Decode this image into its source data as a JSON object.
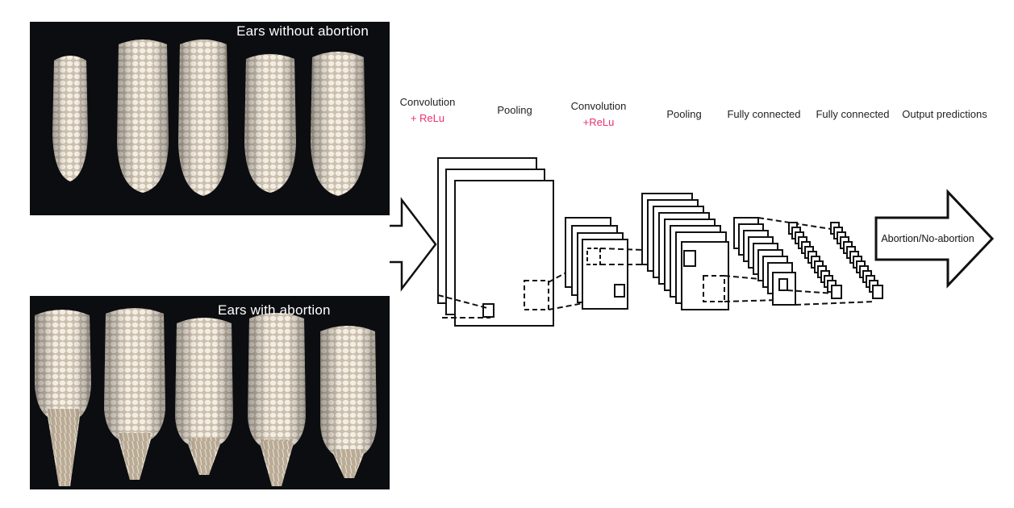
{
  "photos": {
    "top_caption": "Ears without abortion",
    "bottom_caption": "Ears with abortion"
  },
  "stages": [
    {
      "label": "Convolution",
      "sub": "+ ReLu"
    },
    {
      "label": "Pooling",
      "sub": ""
    },
    {
      "label": "Convolution",
      "sub": "+ReLu"
    },
    {
      "label": "Pooling",
      "sub": ""
    },
    {
      "label": "Fully connected",
      "sub": ""
    },
    {
      "label": "Fully connected",
      "sub": ""
    },
    {
      "label": "Output predictions",
      "sub": ""
    }
  ],
  "output": {
    "label": "Abortion/No-abortion"
  },
  "colors": {
    "photo_background": "#0c0d10",
    "kernel": "#f3ebe0",
    "accent": "#e8336d",
    "line": "#111111"
  }
}
